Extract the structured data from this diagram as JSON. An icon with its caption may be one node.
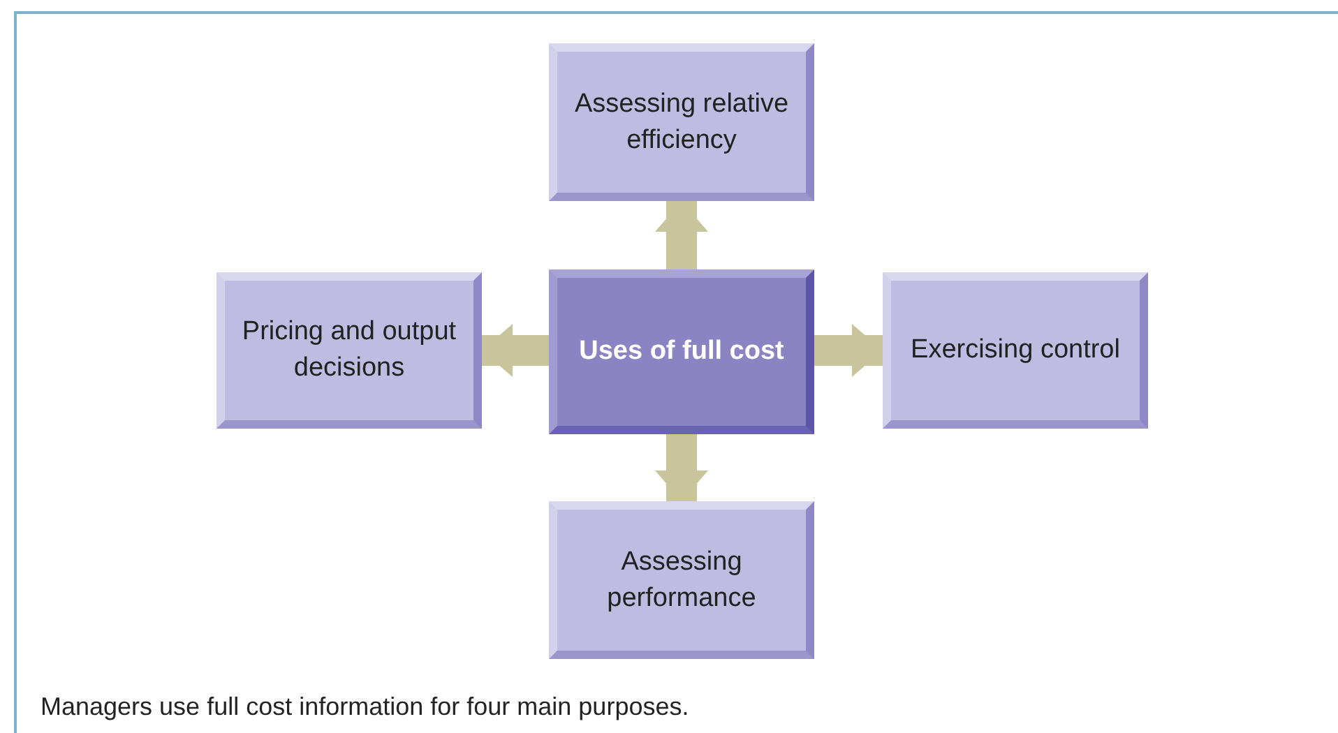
{
  "diagram": {
    "caption": "Managers use full cost information for four main purposes.",
    "nodes": [
      {
        "text": [
          "Uses of full cost"
        ]
      },
      {
        "text": [
          "Assessing relative efficiency"
        ]
      },
      {
        "text": [
          "Pricing and output decisions"
        ]
      },
      {
        "text": [
          "Exercising control"
        ]
      },
      {
        "text": [
          "Assessing performance"
        ]
      }
    ],
    "edges": [
      {
        "from": 0,
        "to": 1,
        "arrow": "to"
      },
      {
        "from": 0,
        "to": 2,
        "arrow": "to"
      },
      {
        "from": 0,
        "to": 3,
        "arrow": "to"
      },
      {
        "from": 0,
        "to": 4,
        "arrow": "to"
      }
    ]
  }
}
